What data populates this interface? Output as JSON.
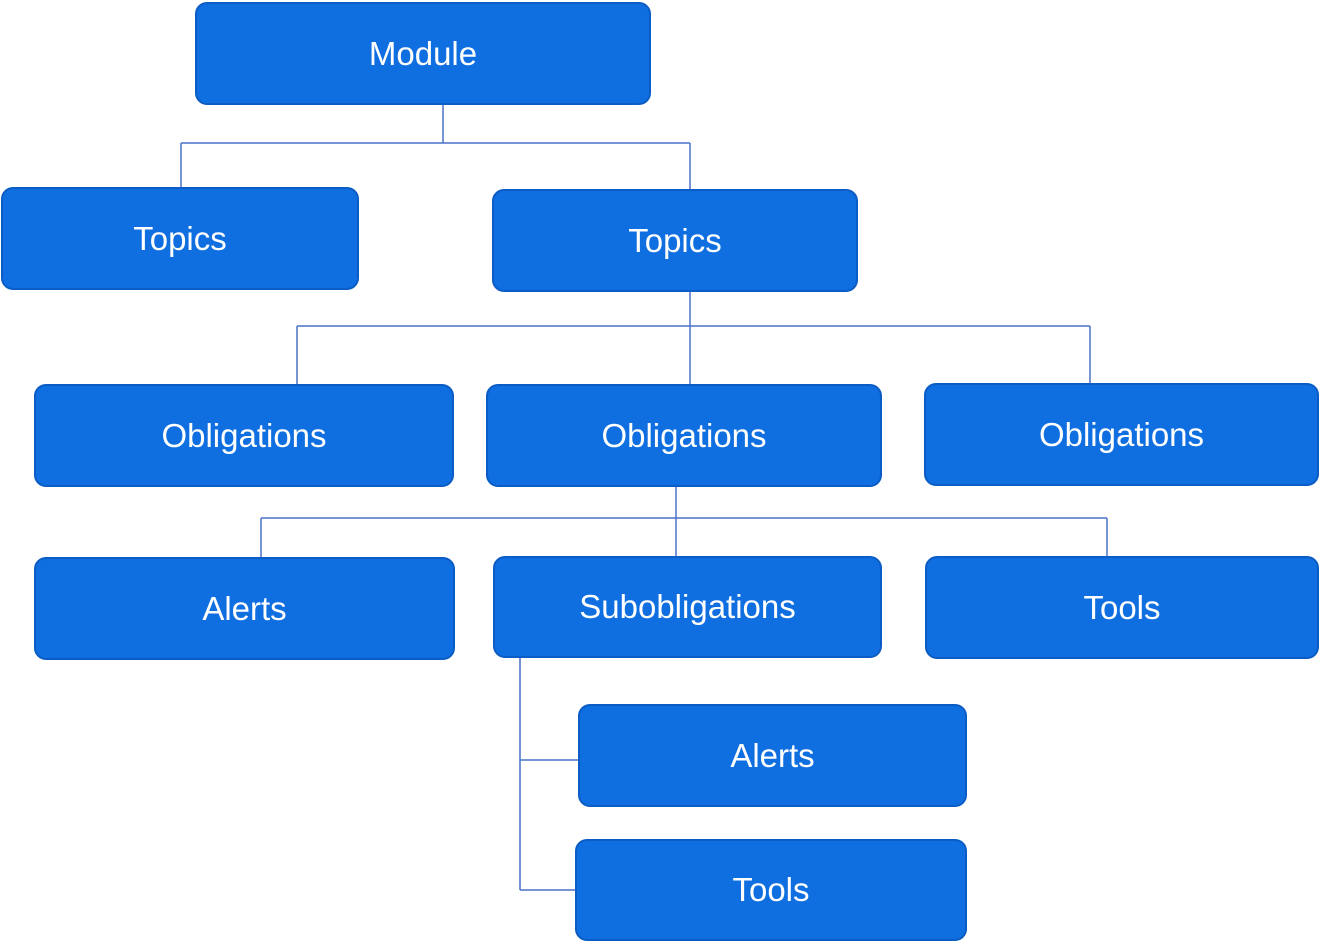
{
  "diagram": {
    "nodes": {
      "module": "Module",
      "topics_1": "Topics",
      "topics_2": "Topics",
      "obligations_1": "Obligations",
      "obligations_2": "Obligations",
      "obligations_3": "Obligations",
      "alerts_1": "Alerts",
      "subobligations": "Subobligations",
      "tools_1": "Tools",
      "alerts_2": "Alerts",
      "tools_2": "Tools"
    },
    "edges": [
      [
        "module",
        "topics_1"
      ],
      [
        "module",
        "topics_2"
      ],
      [
        "topics_2",
        "obligations_1"
      ],
      [
        "topics_2",
        "obligations_2"
      ],
      [
        "topics_2",
        "obligations_3"
      ],
      [
        "obligations_2",
        "alerts_1"
      ],
      [
        "obligations_2",
        "subobligations"
      ],
      [
        "obligations_2",
        "tools_1"
      ],
      [
        "subobligations",
        "alerts_2"
      ],
      [
        "subobligations",
        "tools_2"
      ]
    ],
    "colors": {
      "node_fill": "#0f6fe0",
      "node_border": "#0b5cc4",
      "node_text": "#ffffff",
      "connector": "#4a72c8"
    }
  }
}
